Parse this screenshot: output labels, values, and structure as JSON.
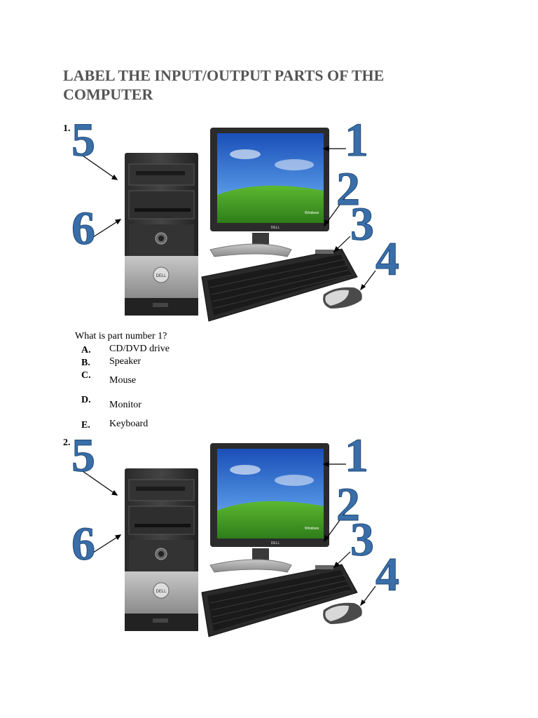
{
  "page": {
    "title": "LABEL THE INPUT/OUTPUT PARTS OF THE COMPUTER"
  },
  "questions": [
    {
      "number": "1.",
      "figure_labels": [
        "1",
        "2",
        "3",
        "4",
        "5",
        "6"
      ],
      "prompt": "What is part number 1?",
      "options": [
        {
          "letter": "A.",
          "text": "CD/DVD drive"
        },
        {
          "letter": "B.",
          "text": "Speaker"
        },
        {
          "letter": "C.",
          "text": "Mouse"
        },
        {
          "letter": "D.",
          "text": "Monitor"
        },
        {
          "letter": "E.",
          "text": "Keyboard"
        }
      ]
    },
    {
      "number": "2.",
      "figure_labels": [
        "1",
        "2",
        "3",
        "4",
        "5",
        "6"
      ]
    }
  ],
  "figure": {
    "monitor_brand": "DELL",
    "tower_brand": "DELL",
    "label_color": "#3a6ea8"
  }
}
